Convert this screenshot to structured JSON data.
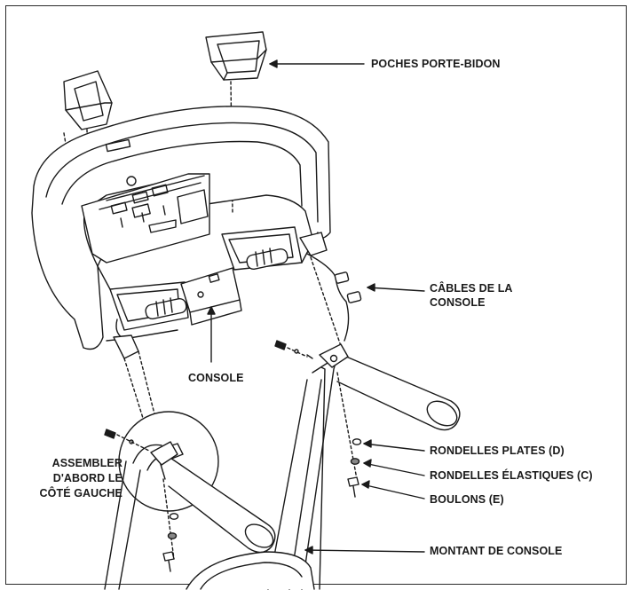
{
  "labels": {
    "poches": "POCHES PORTE-BIDON",
    "cables_line1": "CÂBLES DE LA",
    "cables_line2": "CONSOLE",
    "console": "CONSOLE",
    "rondelles_plates": "RONDELLES PLATES (D)",
    "rondelles_elastiques": "RONDELLES ÉLASTIQUES (C)",
    "boulons": "BOULONS (E)",
    "montant": "MONTANT DE CONSOLE",
    "assembler_line1": "ASSEMBLER",
    "assembler_line2": "D'ABORD LE",
    "assembler_line3": "CÔTÉ GAUCHE"
  },
  "colors": {
    "line": "#1a1a1a",
    "frame": "#2a2a2a"
  }
}
